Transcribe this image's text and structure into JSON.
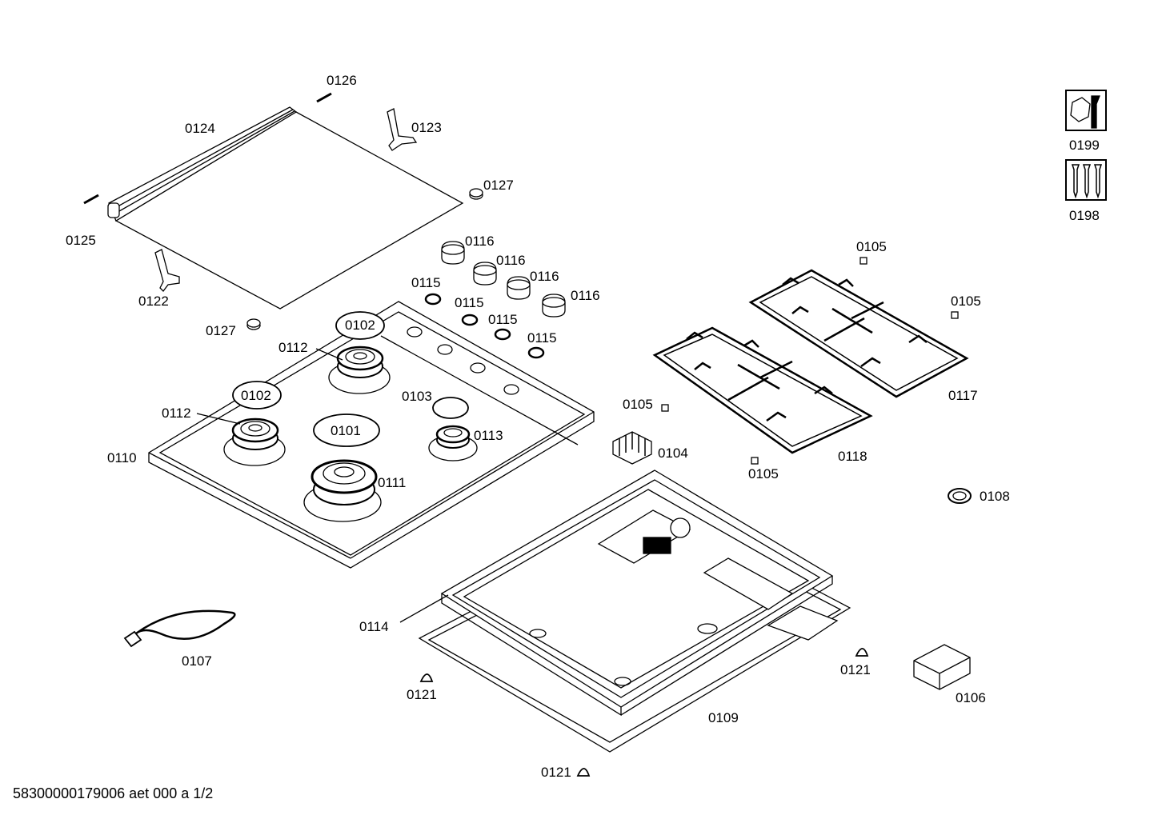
{
  "footer": {
    "document_id": "58300000179006 aet 000 a 1/2"
  },
  "labels": {
    "l0126": "0126",
    "l0124": "0124",
    "l0123": "0123",
    "l0127a": "0127",
    "l0125": "0125",
    "l0122": "0122",
    "l0127b": "0127",
    "l0116a": "0116",
    "l0116b": "0116",
    "l0116c": "0116",
    "l0116d": "0116",
    "l0115a": "0115",
    "l0115b": "0115",
    "l0115c": "0115",
    "l0115d": "0115",
    "l0102a": "0102",
    "l0102b": "0102",
    "l0112a": "0112",
    "l0112b": "0112",
    "l0103": "0103",
    "l0101": "0101",
    "l0113": "0113",
    "l0110": "0110",
    "l0111": "0111",
    "l0105a": "0105",
    "l0105b": "0105",
    "l0105c": "0105",
    "l0105d": "0105",
    "l0117": "0117",
    "l0118": "0118",
    "l0104": "0104",
    "l0108": "0108",
    "l0114": "0114",
    "l0107": "0107",
    "l0121a": "0121",
    "l0121b": "0121",
    "l0121c": "0121",
    "l0109": "0109",
    "l0106": "0106",
    "l0199": "0199",
    "l0198": "0198"
  },
  "icons": {
    "service_icon": "wrench-nut-icon",
    "screws_icon": "screws-icon"
  }
}
